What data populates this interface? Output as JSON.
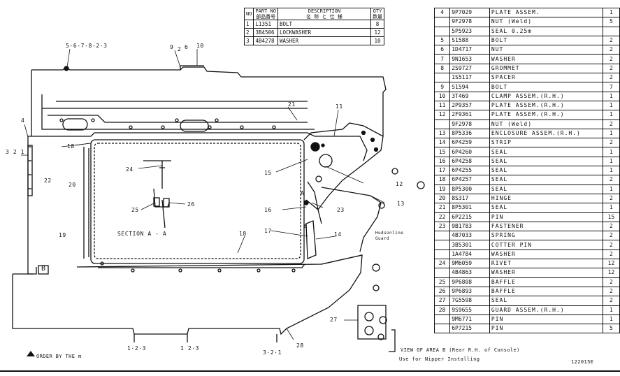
{
  "top_table": {
    "headers": {
      "no": "NO",
      "part_no": "PART NO",
      "part_no_sub": "部品番号",
      "description": "DESCRIPTION",
      "description_sub": "名 称 と 仕 様",
      "qty": "QTY",
      "qty_sub": "数量"
    },
    "rows": [
      {
        "no": "1",
        "part": "L1351",
        "desc": "BOLT",
        "qty": "8"
      },
      {
        "no": "2",
        "part": "3B4506",
        "desc": "LOCKWASHER",
        "qty": "12"
      },
      {
        "no": "3",
        "part": "4B4278",
        "desc": "WASHER",
        "qty": "10"
      }
    ]
  },
  "parts_rows": [
    {
      "ref": "4",
      "part": "9P7029",
      "desc": "PLATE ASSEM.",
      "qty": "1"
    },
    {
      "ref": "",
      "part": "9F2978",
      "desc": "NUT (Weld)",
      "qty": "5"
    },
    {
      "ref": "",
      "part": "5P5923",
      "desc": "SEAL 0.25m",
      "qty": ""
    },
    {
      "ref": "5",
      "part": "S1588",
      "desc": "BOLT",
      "qty": "2"
    },
    {
      "ref": "6",
      "part": "1D4717",
      "desc": "NUT",
      "qty": "2"
    },
    {
      "ref": "7",
      "part": "9N1653",
      "desc": "WASHER",
      "qty": "2"
    },
    {
      "ref": "8",
      "part": "2S9727",
      "desc": "GROMMET",
      "qty": "2"
    },
    {
      "ref": "",
      "part": "1S5117",
      "desc": "SPACER",
      "qty": "2"
    },
    {
      "ref": "9",
      "part": "S1594",
      "desc": "BOLT",
      "qty": "7"
    },
    {
      "ref": "10",
      "part": "3T469",
      "desc": "CLAMP ASSEM.(R.H.)",
      "qty": "1"
    },
    {
      "ref": "11",
      "part": "2P9357",
      "desc": "PLATE ASSEM.(R.H.)",
      "qty": "1"
    },
    {
      "ref": "12",
      "part": "2F9361",
      "desc": "PLATE ASSEM.(R.H.)",
      "qty": "1"
    },
    {
      "ref": "",
      "part": "9F2978",
      "desc": "NUT (Weld)",
      "qty": "2"
    },
    {
      "ref": "13",
      "part": "8P5336",
      "desc": "ENCLOSURE ASSEM.(R.H.)",
      "qty": "1"
    },
    {
      "ref": "14",
      "part": "6P4259",
      "desc": "STRIP",
      "qty": "2"
    },
    {
      "ref": "15",
      "part": "6P4260",
      "desc": "SEAL",
      "qty": "1"
    },
    {
      "ref": "16",
      "part": "6P4258",
      "desc": "SEAL",
      "qty": "1"
    },
    {
      "ref": "17",
      "part": "6P4255",
      "desc": "SEAL",
      "qty": "1"
    },
    {
      "ref": "18",
      "part": "6P4257",
      "desc": "SEAL",
      "qty": "2"
    },
    {
      "ref": "19",
      "part": "8P5300",
      "desc": "SEAL",
      "qty": "1"
    },
    {
      "ref": "20",
      "part": "8S317",
      "desc": "HINGE",
      "qty": "2"
    },
    {
      "ref": "21",
      "part": "8P5301",
      "desc": "SEAL",
      "qty": "1"
    },
    {
      "ref": "22",
      "part": "6P2215",
      "desc": "PIN",
      "qty": "15"
    },
    {
      "ref": "23",
      "part": "9B1783",
      "desc": "FASTENER",
      "qty": "2"
    },
    {
      "ref": "",
      "part": "4B7033",
      "desc": "SPRING",
      "qty": "2"
    },
    {
      "ref": "",
      "part": "3B5301",
      "desc": "COTTER PIN",
      "qty": "2"
    },
    {
      "ref": "",
      "part": "1A4784",
      "desc": "WASHER",
      "qty": "2"
    },
    {
      "ref": "24",
      "part": "9M6059",
      "desc": "RIVET",
      "qty": "12"
    },
    {
      "ref": "",
      "part": "4B4863",
      "desc": "WASHER",
      "qty": "12"
    },
    {
      "ref": "25",
      "part": "9P6808",
      "desc": "BAFFLE",
      "qty": "2"
    },
    {
      "ref": "26",
      "part": "9P6893",
      "desc": "BAFFLE",
      "qty": "2"
    },
    {
      "ref": "27",
      "part": "7G5598",
      "desc": "SEAL",
      "qty": "2"
    },
    {
      "ref": "28",
      "part": "9S9655",
      "desc": "GUARD ASSEM.(R.H.)",
      "qty": "1"
    },
    {
      "ref": "",
      "part": "9M6771",
      "desc": "PIN",
      "qty": "1"
    },
    {
      "ref": "",
      "part": "6P7215",
      "desc": "PIN",
      "qty": "5"
    }
  ],
  "callouts": {
    "c5678": "5-6-7-8-2-3",
    "c9": "9",
    "c2": "2",
    "c6": "6",
    "c10": "10",
    "c4": "4",
    "c321": "3 2 1",
    "c22": "22",
    "c20": "20",
    "c18a": "18",
    "c21": "21",
    "c11": "11",
    "c24": "24",
    "c15": "15",
    "c12": "12",
    "c25": "25",
    "c26": "26",
    "c16": "16",
    "c23": "23",
    "c13": "13",
    "c19": "19",
    "c17": "17",
    "c18b": "18",
    "c14": "14",
    "cB": "B",
    "c123a": "1·2·3",
    "c123b": "1 2·3",
    "c321b": "3·2·1",
    "c28": "28",
    "c27": "27"
  },
  "section_label": "SECTION A - A",
  "a_marks": {
    "a1": "A",
    "a2": "A"
  },
  "bucket_note": "Hudsonline Guard",
  "view_label": "VIEW OF AREA B (Rear R.H. of Console)",
  "use_note": "Use for Nipper Installing",
  "order_note": "ORDER BY THE m",
  "drawing_number": "122015E"
}
